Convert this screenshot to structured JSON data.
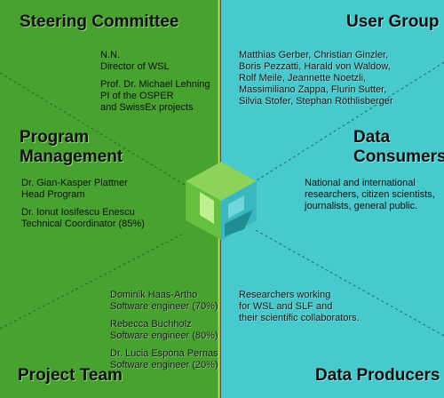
{
  "colors": {
    "left_panel": "#48a22f",
    "right_panel": "#48c9cd",
    "logo_green": "#7ad24a",
    "logo_teal": "#3bb8bf"
  },
  "icon": "hexagonal-logo-icon",
  "steering": {
    "title": "Steering Committee",
    "lines": [
      "N.N.",
      "Director of WSL",
      "Prof. Dr. Michael Lehning",
      "PI of the OSPER",
      "and SwissEx projects"
    ]
  },
  "user_group": {
    "title": "User Group",
    "lines": [
      "Matthias Gerber, Christian Ginzler,",
      "Boris Pezzatti, Harald von Waldow,",
      "Rolf Meile, Jeannette Noetzli,",
      "Massimiliano Zappa, Flurin Sutter,",
      "Silvia Stofer, Stephan Röthlisberger"
    ]
  },
  "program_management": {
    "title_line1": "Program",
    "title_line2": "Management",
    "lines": [
      "Dr. Gian-Kasper Plattner",
      "Head Program",
      "Dr. Ionut Iosifescu Enescu",
      "Technical Coordinator (85%)"
    ]
  },
  "data_consumers": {
    "title_line1": "Data",
    "title_line2": "Consumers",
    "lines": [
      "National and international",
      "researchers, citizen scientists,",
      "journalists, general public."
    ]
  },
  "project_team": {
    "title": "Project Team",
    "lines": [
      "Dominik Haas-Artho",
      "Software engineer (70%)",
      "Rebecca Buchholz",
      "Software engineer (80%)",
      "Dr. Lucia Espona Pernas",
      "Software engineer (20%)"
    ]
  },
  "data_producers": {
    "title": "Data Producers",
    "lines": [
      "Researchers working",
      "for WSL and SLF and",
      "their scientific collaborators."
    ]
  }
}
